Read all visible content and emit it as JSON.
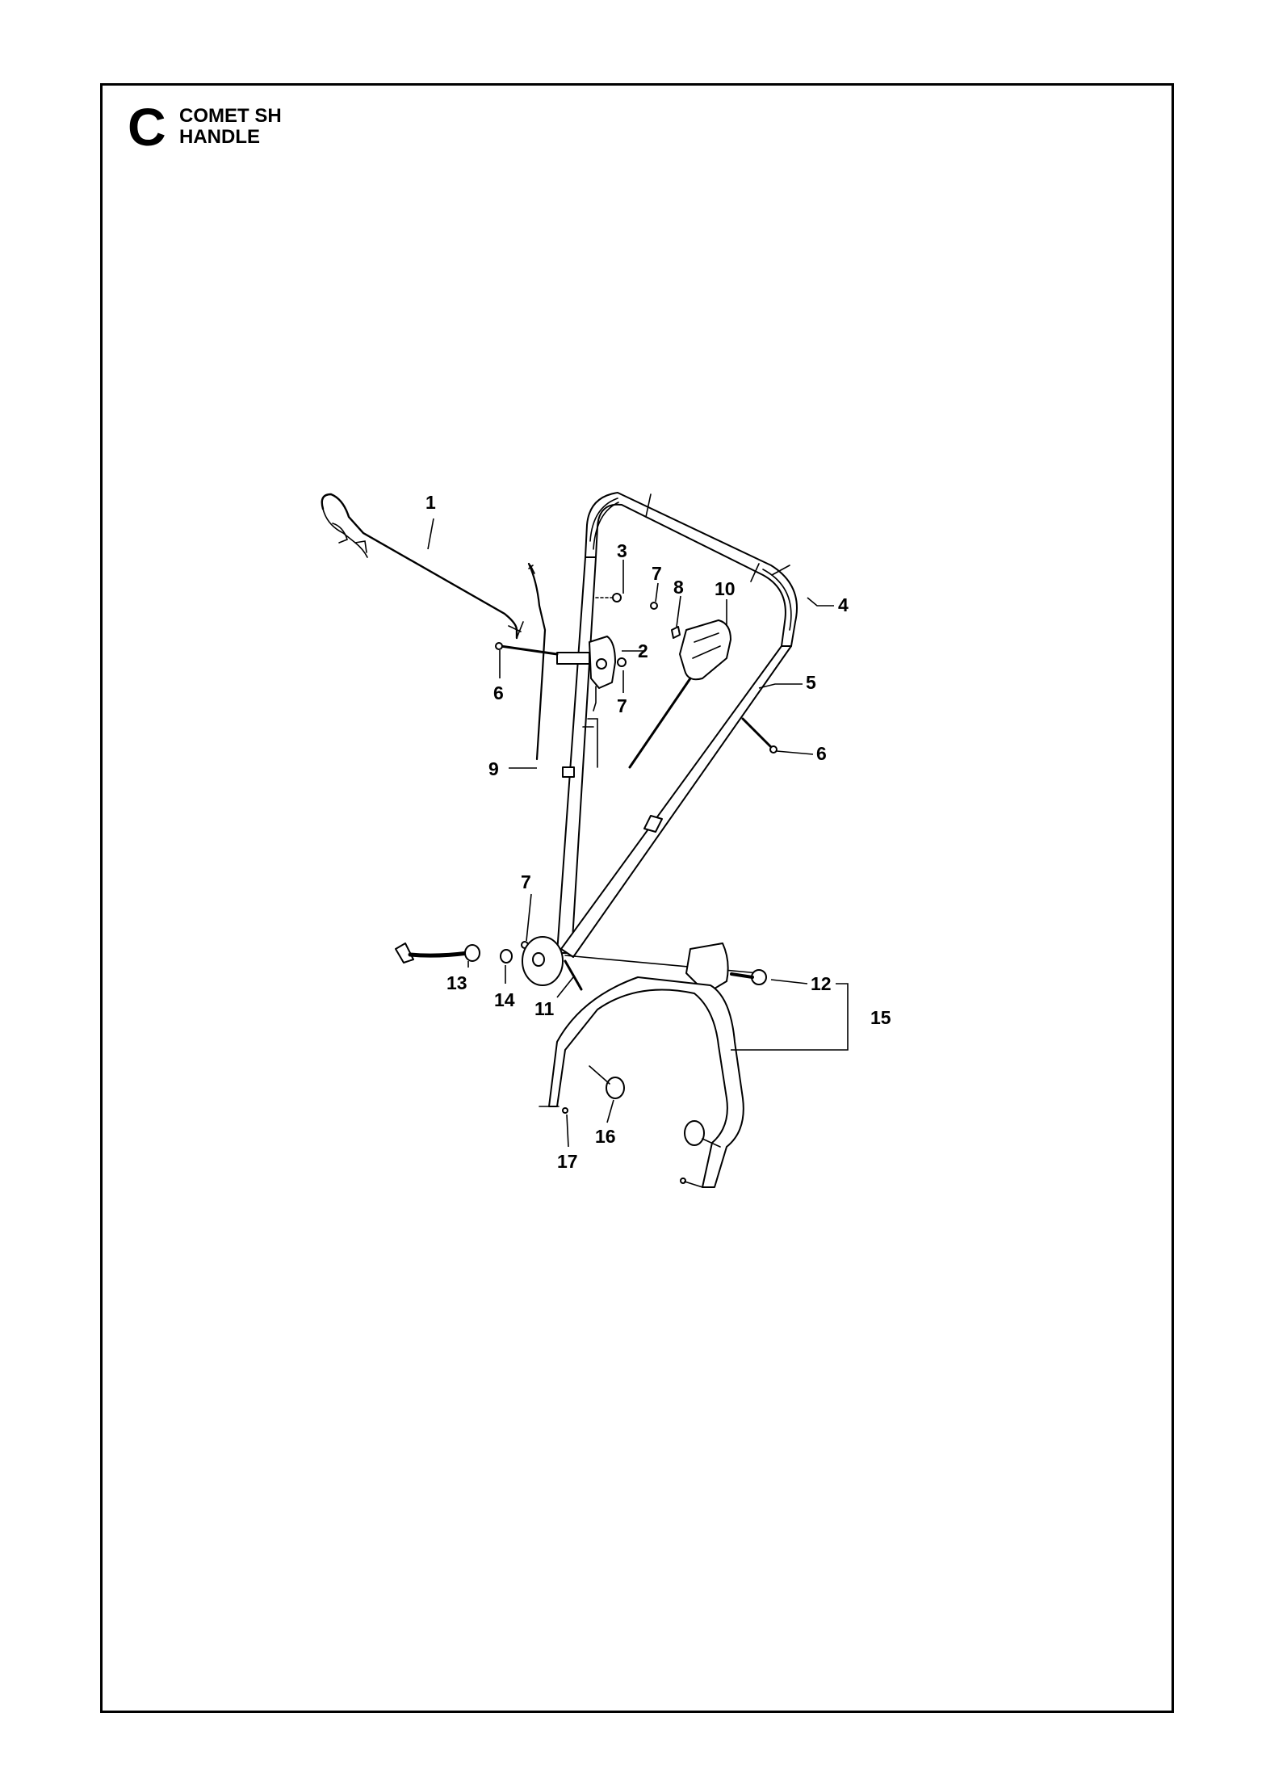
{
  "section": {
    "letter": "C",
    "title_line1": "COMET SH",
    "title_line2": "HANDLE"
  },
  "callouts": [
    {
      "id": "c1",
      "label": "1"
    },
    {
      "id": "c2",
      "label": "2"
    },
    {
      "id": "c3",
      "label": "3"
    },
    {
      "id": "c4",
      "label": "4"
    },
    {
      "id": "c5",
      "label": "5"
    },
    {
      "id": "c6a",
      "label": "6"
    },
    {
      "id": "c6b",
      "label": "6"
    },
    {
      "id": "c7a",
      "label": "7"
    },
    {
      "id": "c7b",
      "label": "7"
    },
    {
      "id": "c7c",
      "label": "7"
    },
    {
      "id": "c8",
      "label": "8"
    },
    {
      "id": "c9",
      "label": "9"
    },
    {
      "id": "c10",
      "label": "10"
    },
    {
      "id": "c11",
      "label": "11"
    },
    {
      "id": "c12",
      "label": "12"
    },
    {
      "id": "c13",
      "label": "13"
    },
    {
      "id": "c14",
      "label": "14"
    },
    {
      "id": "c15",
      "label": "15"
    },
    {
      "id": "c16",
      "label": "16"
    },
    {
      "id": "c17",
      "label": "17"
    }
  ]
}
